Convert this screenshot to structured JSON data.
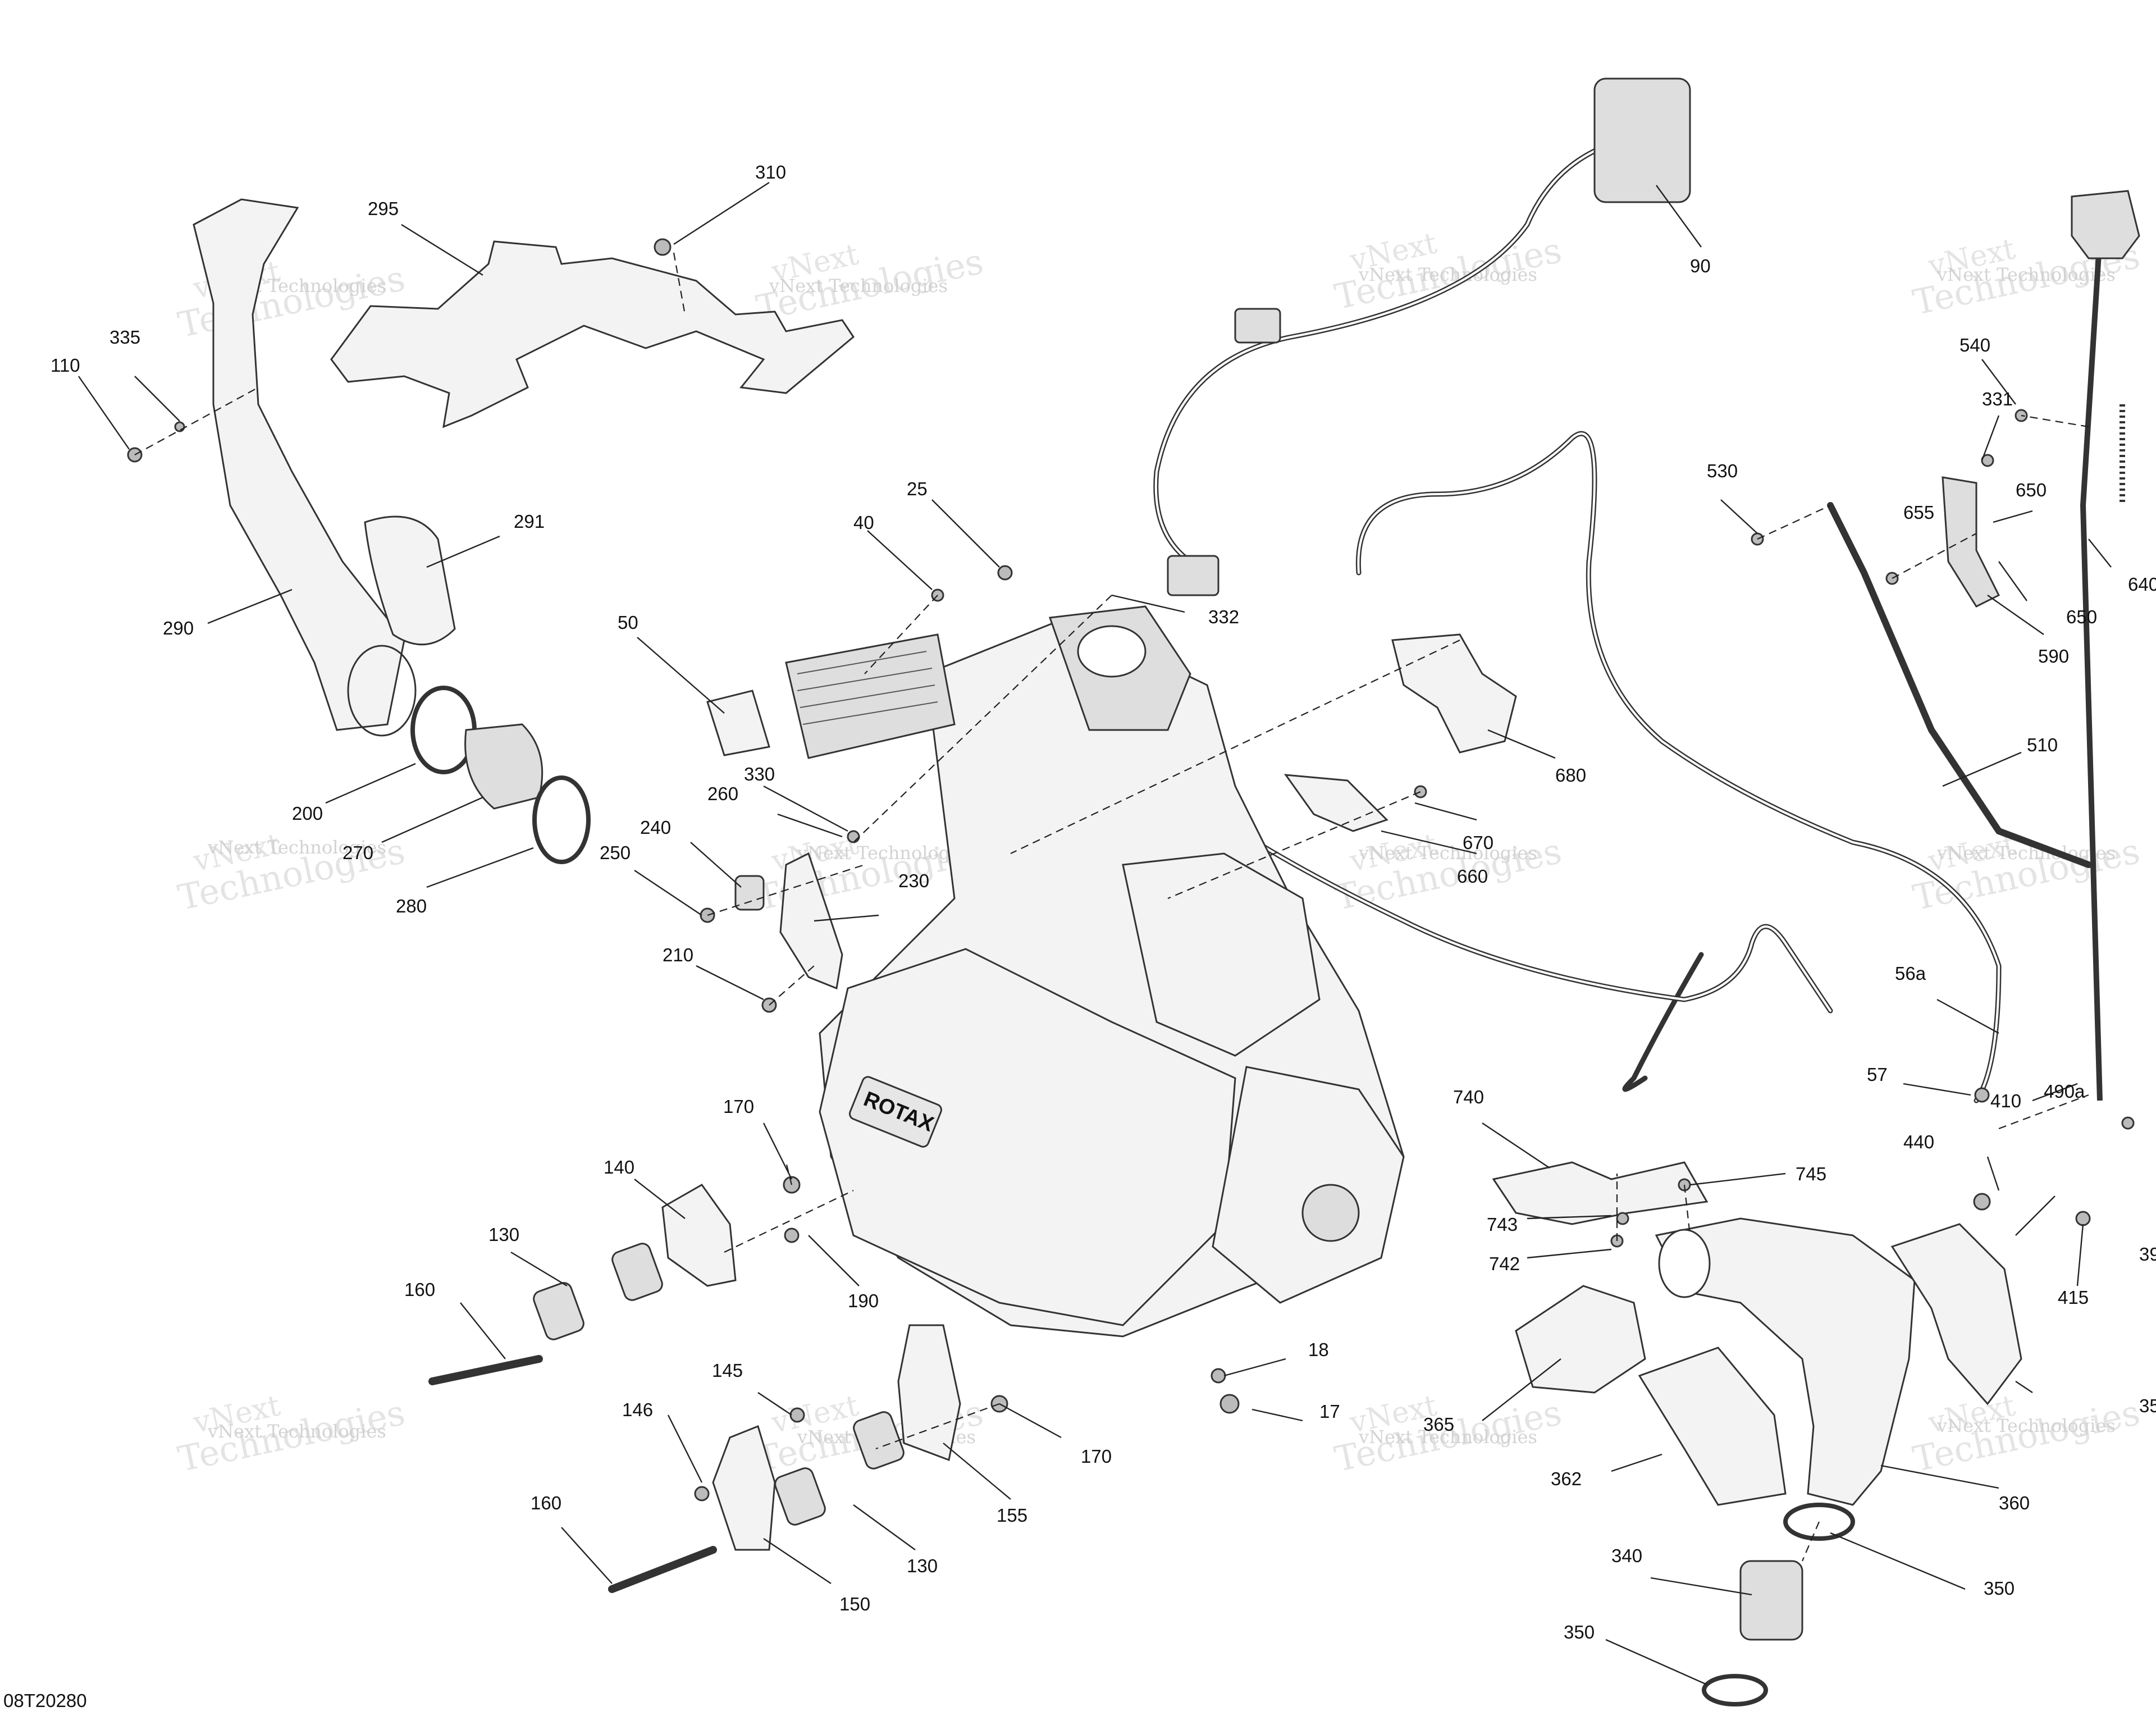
{
  "figure_code": "08T20280",
  "watermark": {
    "line1": "vNext",
    "line2": "Technologies",
    "line3": "vNext Technologies"
  },
  "engine_badge": "ROTAX",
  "callouts": [
    "310",
    "295",
    "335",
    "110",
    "291",
    "290",
    "25",
    "40",
    "332",
    "50",
    "330",
    "260",
    "240",
    "250",
    "230",
    "210",
    "200",
    "270",
    "280",
    "90",
    "540",
    "331",
    "530",
    "650",
    "655",
    "640",
    "590",
    "680",
    "670",
    "660",
    "510",
    "56a",
    "57",
    "490a",
    "410",
    "440",
    "39",
    "415",
    "740",
    "745",
    "743",
    "742",
    "365",
    "362",
    "360",
    "35",
    "340",
    "350",
    "350b",
    "170",
    "140",
    "130",
    "190",
    "160",
    "145",
    "146",
    "155",
    "170b",
    "130b",
    "160b",
    "150",
    "18",
    "17"
  ],
  "callout_text": {
    "310": "310",
    "295": "295",
    "335": "335",
    "110": "110",
    "291": "291",
    "290": "290",
    "25": "25",
    "40": "40",
    "332": "332",
    "50": "50",
    "330": "330",
    "260": "260",
    "240": "240",
    "250": "250",
    "230": "230",
    "210": "210",
    "200": "200",
    "270": "270",
    "280": "280",
    "90": "90",
    "540": "540",
    "331": "331",
    "530": "530",
    "650": "650",
    "655": "655",
    "640": "640",
    "590": "590",
    "680": "680",
    "670": "670",
    "660": "660",
    "510": "510",
    "56a": "56a",
    "57": "57",
    "490a": "490a",
    "410": "410",
    "440": "440",
    "39": "39",
    "415": "415",
    "740": "740",
    "745": "745",
    "743": "743",
    "742": "742",
    "365": "365",
    "362": "362",
    "360": "360",
    "35": "35",
    "340": "340",
    "350": "350",
    "350b": "350",
    "170": "170",
    "140": "140",
    "130": "130",
    "190": "190",
    "160": "160",
    "145": "145",
    "146": "146",
    "155": "155",
    "170b": "170",
    "130b": "130",
    "160b": "160",
    "150": "150",
    "18": "18",
    "17": "17",
    "650b": "650"
  }
}
